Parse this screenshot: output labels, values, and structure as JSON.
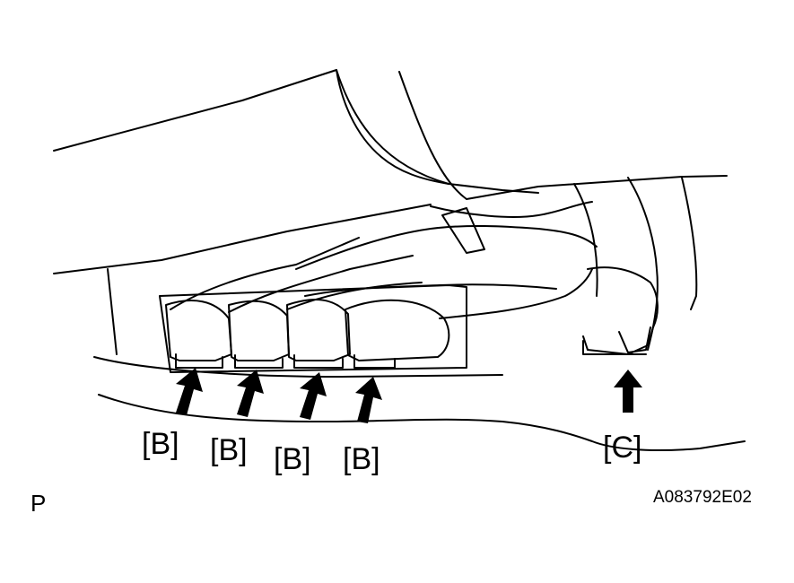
{
  "callouts": {
    "b1": "[B]",
    "b2": "[B]",
    "b3": "[B]",
    "b4": "[B]",
    "c": "[C]"
  },
  "view_letter": "P",
  "figure_id": "A083792E02",
  "colors": {
    "line": "#000000",
    "background": "#ffffff"
  }
}
